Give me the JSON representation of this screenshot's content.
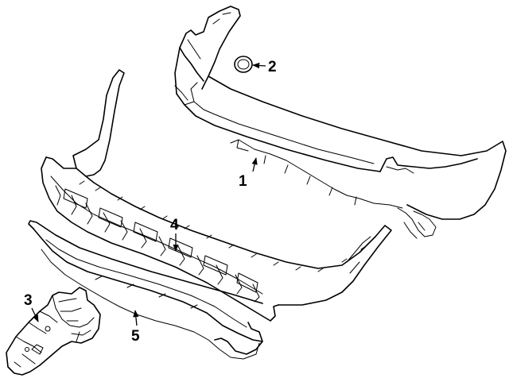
{
  "diagram": {
    "callouts": [
      {
        "id": "part-1",
        "label": "1"
      },
      {
        "id": "part-2",
        "label": "2"
      },
      {
        "id": "part-3",
        "label": "3"
      },
      {
        "id": "part-4",
        "label": "4"
      },
      {
        "id": "part-5",
        "label": "5"
      }
    ]
  },
  "colors": {
    "line": "#000000",
    "background": "#ffffff"
  }
}
